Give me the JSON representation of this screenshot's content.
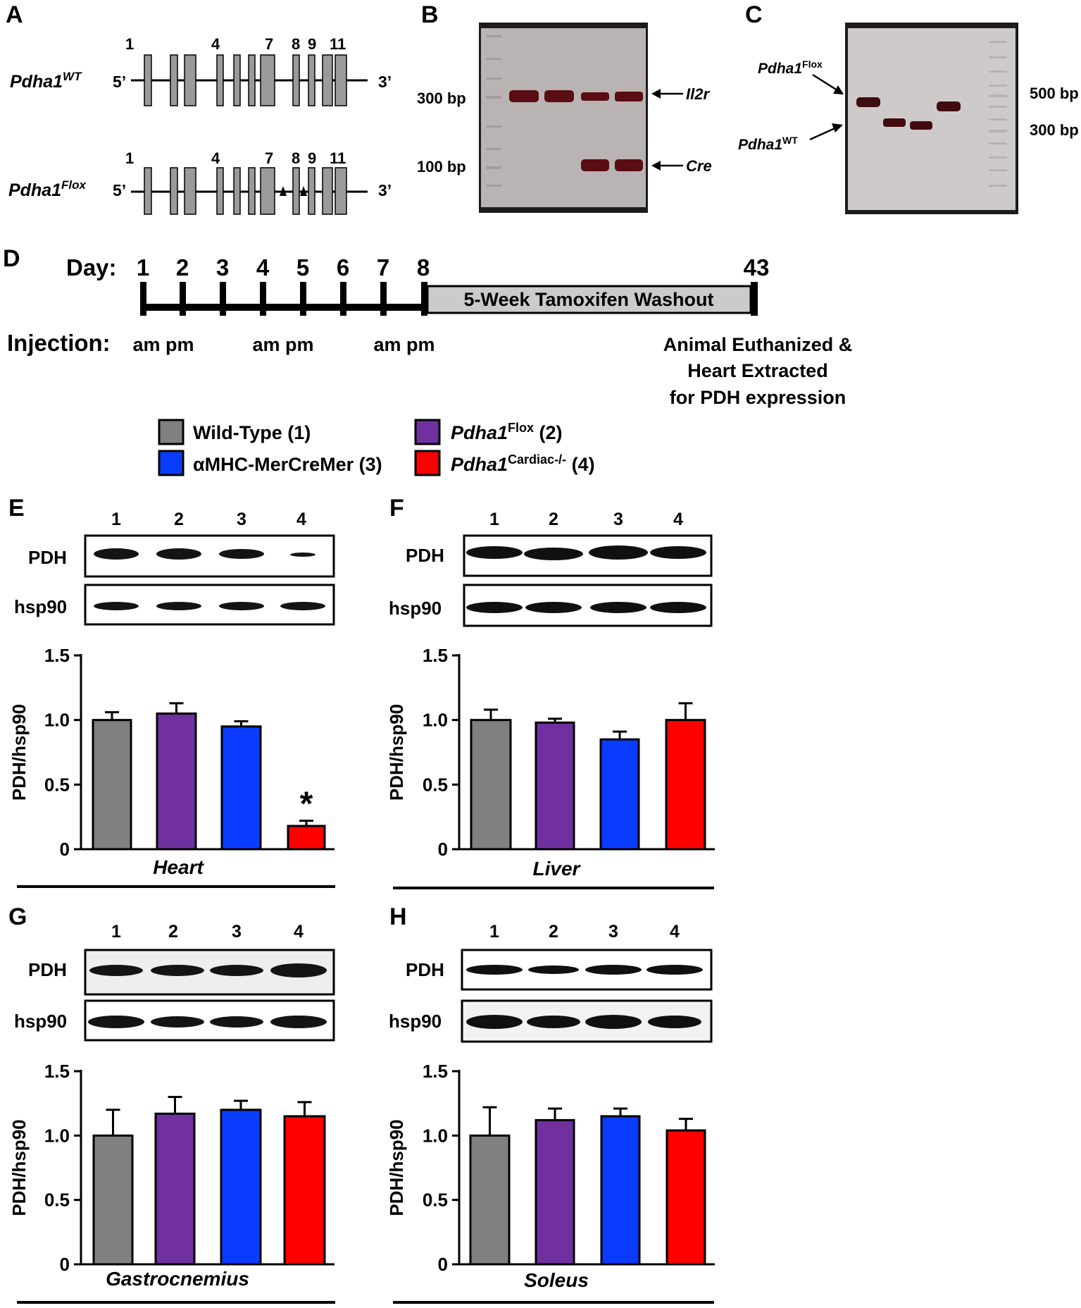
{
  "panel_letters": [
    "A",
    "B",
    "C",
    "D",
    "E",
    "F",
    "G",
    "H"
  ],
  "panelA": {
    "wt_label": {
      "base": "Pdha1",
      "sup": "WT"
    },
    "flox_label": {
      "base": "Pdha1",
      "sup": "Flox"
    },
    "five_prime": "5’",
    "three_prime": "3’",
    "exon_numbers": [
      "1",
      "4",
      "7",
      "8",
      "9",
      "11"
    ]
  },
  "panelB": {
    "size_labels": [
      "300 bp",
      "100 bp"
    ],
    "band_labels": [
      "Il2r",
      "Cre"
    ]
  },
  "panelC": {
    "flox_label": {
      "base": "Pdha1",
      "sup": "Flox"
    },
    "wt_label": {
      "base": "Pdha1",
      "sup": "WT"
    },
    "size_labels": [
      "500 bp",
      "300 bp"
    ]
  },
  "panelD": {
    "day_label": "Day:",
    "days": [
      "1",
      "2",
      "3",
      "4",
      "5",
      "6",
      "7",
      "8",
      "43"
    ],
    "washout_label": "5-Week Tamoxifen Washout",
    "injection_label": "Injection:",
    "injection_times": [
      "am pm",
      "am pm",
      "am pm"
    ],
    "endpoint_lines": [
      "Animal Euthanized &",
      "Heart Extracted",
      "for PDH expression"
    ]
  },
  "legend": {
    "items": [
      {
        "label": "Wild-Type (1)",
        "italic": "",
        "sup": "",
        "suffix": "",
        "color": "#808080"
      },
      {
        "label": "",
        "italic": "Pdha1",
        "sup": "Flox",
        "suffix": " (2)",
        "color": "#7030a0"
      },
      {
        "label": "αMHC-MerCreMer (3)",
        "italic": "",
        "sup": "",
        "suffix": "",
        "color": "#0a3cff"
      },
      {
        "label": "",
        "italic": "Pdha1",
        "sup": "Cardiac-/-",
        "suffix": " (4)",
        "color": "#ff0000"
      }
    ]
  },
  "blot_labels": {
    "top": "PDH",
    "bottom": "hsp90",
    "lanes": [
      "1",
      "2",
      "3",
      "4"
    ]
  },
  "chart_data": [
    {
      "panel": "E",
      "type": "bar",
      "tissue": "Heart",
      "categories": [
        "1",
        "2",
        "3",
        "4"
      ],
      "values": [
        1.0,
        1.05,
        0.95,
        0.18
      ],
      "errors": [
        0.06,
        0.08,
        0.04,
        0.04
      ],
      "colors": [
        "#808080",
        "#7030a0",
        "#0a3cff",
        "#ff0000"
      ],
      "ylabel": "PDH/hsp90",
      "ylim": [
        0,
        1.5
      ],
      "yticks": [
        "0",
        "0.5",
        "1.0",
        "1.5"
      ],
      "annotation": "*"
    },
    {
      "panel": "F",
      "type": "bar",
      "tissue": "Liver",
      "categories": [
        "1",
        "2",
        "3",
        "4"
      ],
      "values": [
        1.0,
        0.98,
        0.85,
        1.0
      ],
      "errors": [
        0.08,
        0.03,
        0.06,
        0.13
      ],
      "colors": [
        "#808080",
        "#7030a0",
        "#0a3cff",
        "#ff0000"
      ],
      "ylabel": "PDH/hsp90",
      "ylim": [
        0,
        1.5
      ],
      "yticks": [
        "0",
        "0.5",
        "1.0",
        "1.5"
      ],
      "annotation": ""
    },
    {
      "panel": "G",
      "type": "bar",
      "tissue": "Gastrocnemius",
      "categories": [
        "1",
        "2",
        "3",
        "4"
      ],
      "values": [
        1.0,
        1.17,
        1.2,
        1.15
      ],
      "errors": [
        0.2,
        0.13,
        0.07,
        0.11
      ],
      "colors": [
        "#808080",
        "#7030a0",
        "#0a3cff",
        "#ff0000"
      ],
      "ylabel": "PDH/hsp90",
      "ylim": [
        0,
        1.5
      ],
      "yticks": [
        "0",
        "0.5",
        "1.0",
        "1.5"
      ],
      "annotation": ""
    },
    {
      "panel": "H",
      "type": "bar",
      "tissue": "Soleus",
      "categories": [
        "1",
        "2",
        "3",
        "4"
      ],
      "values": [
        1.0,
        1.12,
        1.15,
        1.04
      ],
      "errors": [
        0.22,
        0.09,
        0.06,
        0.09
      ],
      "colors": [
        "#808080",
        "#7030a0",
        "#0a3cff",
        "#ff0000"
      ],
      "ylabel": "PDH/hsp90",
      "ylim": [
        0,
        1.5
      ],
      "yticks": [
        "0",
        "0.5",
        "1.0",
        "1.5"
      ],
      "annotation": ""
    }
  ]
}
